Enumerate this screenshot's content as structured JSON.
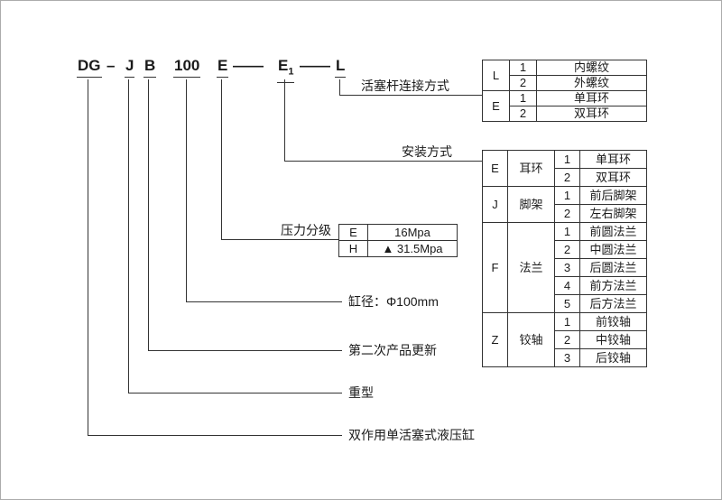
{
  "code": {
    "dg": "DG",
    "dash": "–",
    "j": "J",
    "b": "B",
    "bore": "100",
    "e": "E",
    "long_dash_1": "——",
    "e1_base": "E",
    "e1_sub": "1",
    "long_dash_2": "——",
    "l": "L"
  },
  "callouts": {
    "rod_connection": "活塞杆连接方式",
    "mounting": "安装方式",
    "pressure": "压力分级",
    "bore": "缸径：Φ100mm",
    "second_update": "第二次产品更新",
    "heavy_duty": "重型",
    "cylinder_type": "双作用单活塞式液压缸"
  },
  "rod_table": {
    "groups": [
      {
        "letter": "L",
        "rows": [
          {
            "num": "1",
            "text": "内螺纹"
          },
          {
            "num": "2",
            "text": "外螺纹"
          }
        ]
      },
      {
        "letter": "E",
        "rows": [
          {
            "num": "1",
            "text": "单耳环"
          },
          {
            "num": "2",
            "text": "双耳环"
          }
        ]
      }
    ]
  },
  "pressure_table": {
    "rows": [
      {
        "grade": "E",
        "value": "16Mpa"
      },
      {
        "grade": "H",
        "value": "▲ 31.5Mpa"
      }
    ]
  },
  "mount_table": {
    "groups": [
      {
        "letter": "E",
        "name": "耳环",
        "rows": [
          {
            "num": "1",
            "text": "单耳环"
          },
          {
            "num": "2",
            "text": "双耳环"
          }
        ]
      },
      {
        "letter": "J",
        "name": "脚架",
        "rows": [
          {
            "num": "1",
            "text": "前后脚架"
          },
          {
            "num": "2",
            "text": "左右脚架"
          }
        ]
      },
      {
        "letter": "F",
        "name": "法兰",
        "rows": [
          {
            "num": "1",
            "text": "前圆法兰"
          },
          {
            "num": "2",
            "text": "中圆法兰"
          },
          {
            "num": "3",
            "text": "后圆法兰"
          },
          {
            "num": "4",
            "text": "前方法兰"
          },
          {
            "num": "5",
            "text": "后方法兰"
          }
        ]
      },
      {
        "letter": "Z",
        "name": "铰轴",
        "rows": [
          {
            "num": "1",
            "text": "前铰轴"
          },
          {
            "num": "2",
            "text": "中铰轴"
          },
          {
            "num": "3",
            "text": "后铰轴"
          }
        ]
      }
    ]
  },
  "colors": {
    "line": "#333333",
    "text": "#1a1a1a",
    "border": "#333333"
  }
}
